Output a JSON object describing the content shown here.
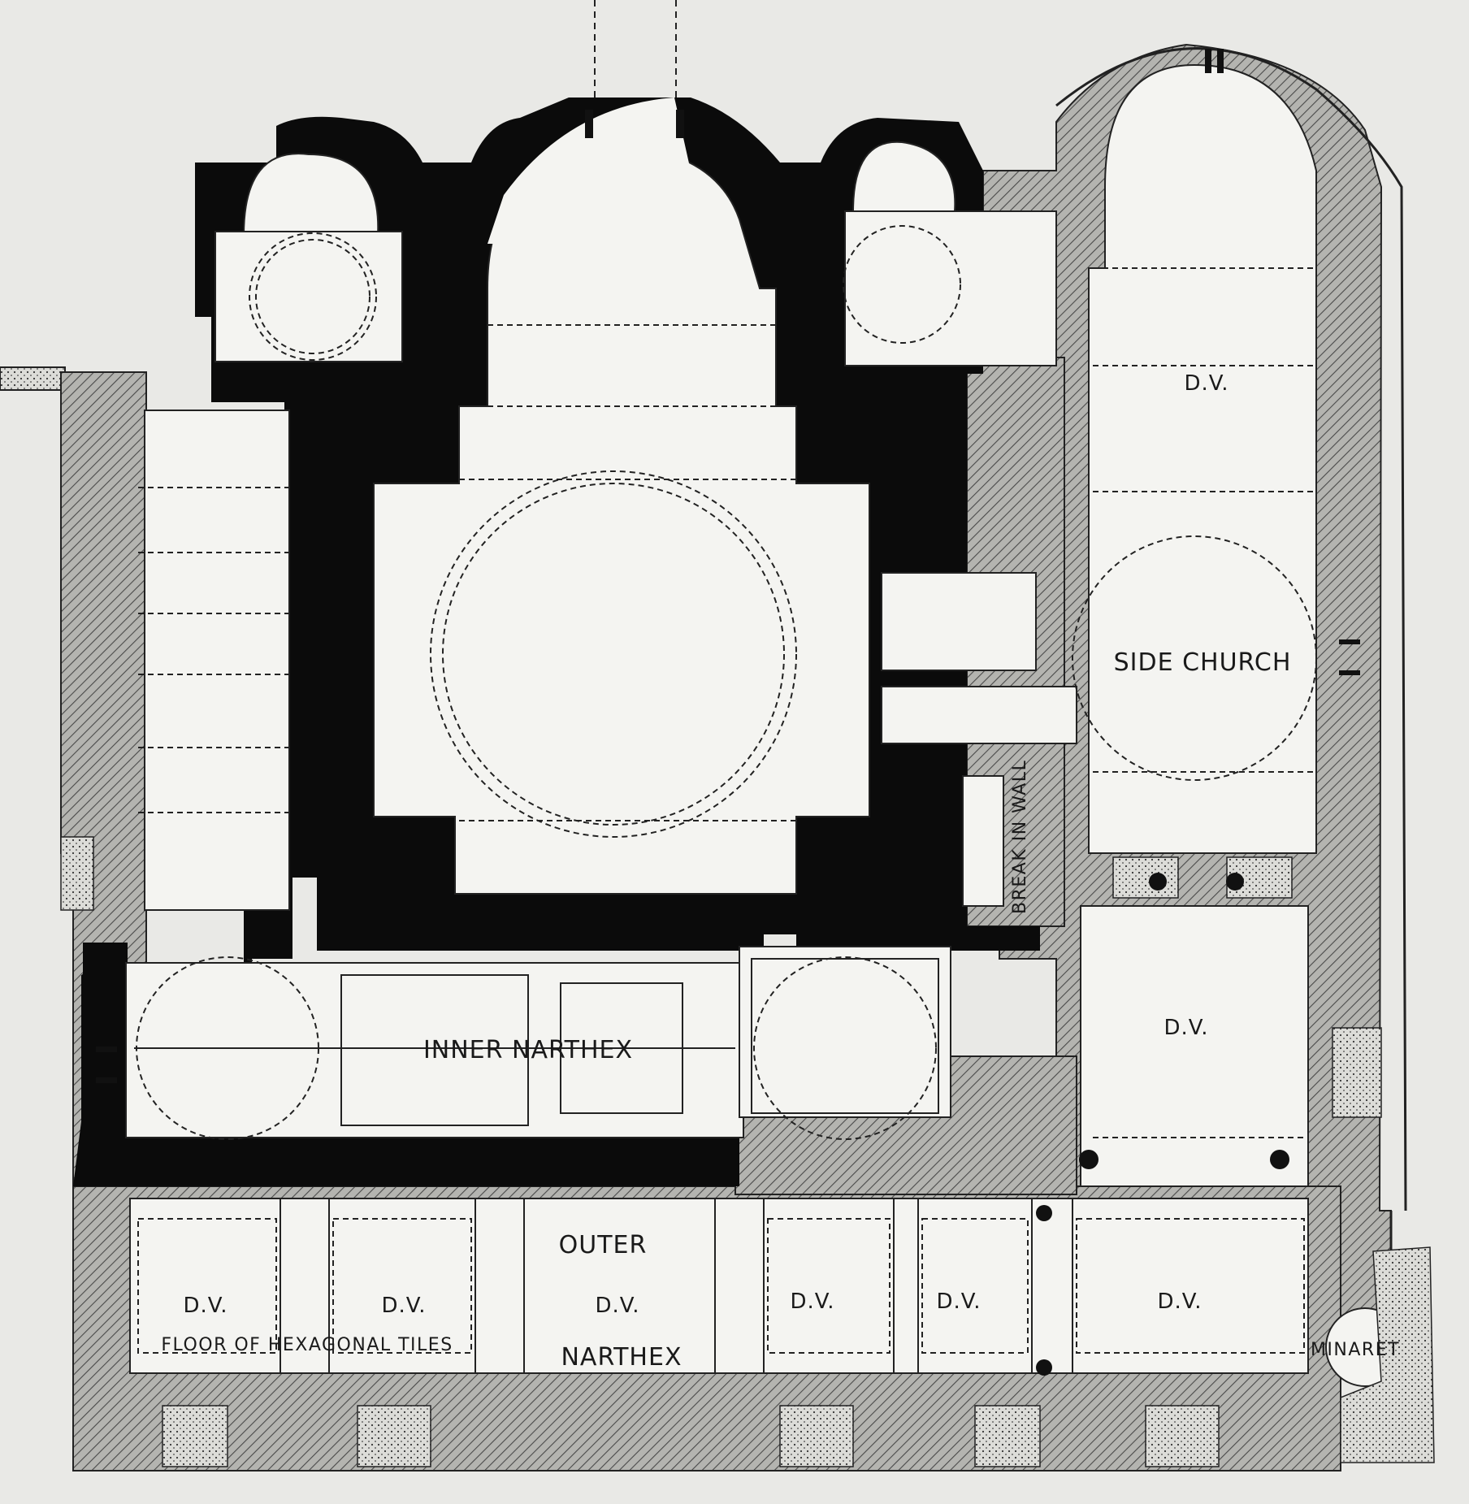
{
  "labels": {
    "dv_nave_top": "D.V.",
    "side_church": "SIDE CHURCH",
    "break_in_wall": "BREAK IN WALL",
    "inner_narthex": "INNER NARTHEX",
    "dv_right_mid": "D.V.",
    "outer": "OUTER",
    "narthex": "NARTHEX",
    "dv_bay_1": "D.V.",
    "dv_bay_2": "D.V.",
    "dv_bay_3": "D.V.",
    "dv_bay_4": "D.V.",
    "dv_bay_5": "D.V.",
    "dv_bay_6": "D.V.",
    "floor_tiles": "FLOOR OF HEXAGONAL TILES",
    "minaret": "MINARET"
  },
  "colors": {
    "paper": "#e9e9e6",
    "ink": "#0b0b0b",
    "hatch_fill": "#a9a9a6",
    "room_fill": "#f4f4f1"
  }
}
